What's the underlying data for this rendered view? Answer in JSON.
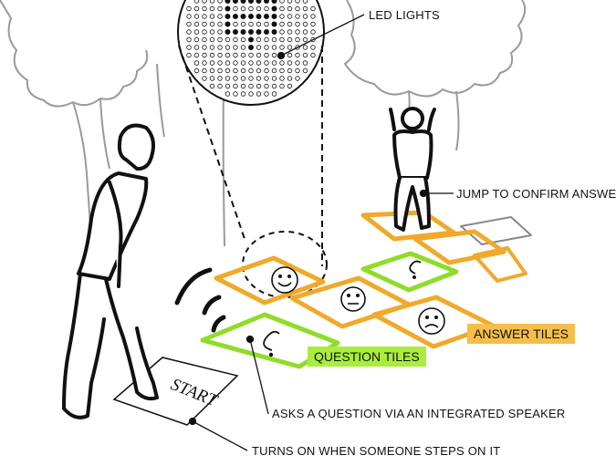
{
  "labels": {
    "led_lights": "LED LIGHTS",
    "jump": "JUMP TO CONFIRM ANSWER",
    "answer_tiles": "ANSWER TILES",
    "question_tiles": "QUESTION TILES",
    "speaker": "ASKS A QUESTION VIA AN INTEGRATED SPEAKER",
    "turns_on": "TURNS ON WHEN SOMEONE STEPS ON IT",
    "start": "START"
  },
  "colors": {
    "answer_tile": "#f0a92a",
    "question_tile": "#8fdc2a",
    "question_highlight": "#a9ee3c",
    "answer_highlight": "#f5be4a",
    "ink": "#111111",
    "tree": "#9a9a9a"
  },
  "icons": {
    "happy_face": "smiley-face-icon",
    "neutral_face": "neutral-face-icon",
    "sad_face": "sad-face-icon",
    "question_mark": "question-squiggle-icon"
  }
}
